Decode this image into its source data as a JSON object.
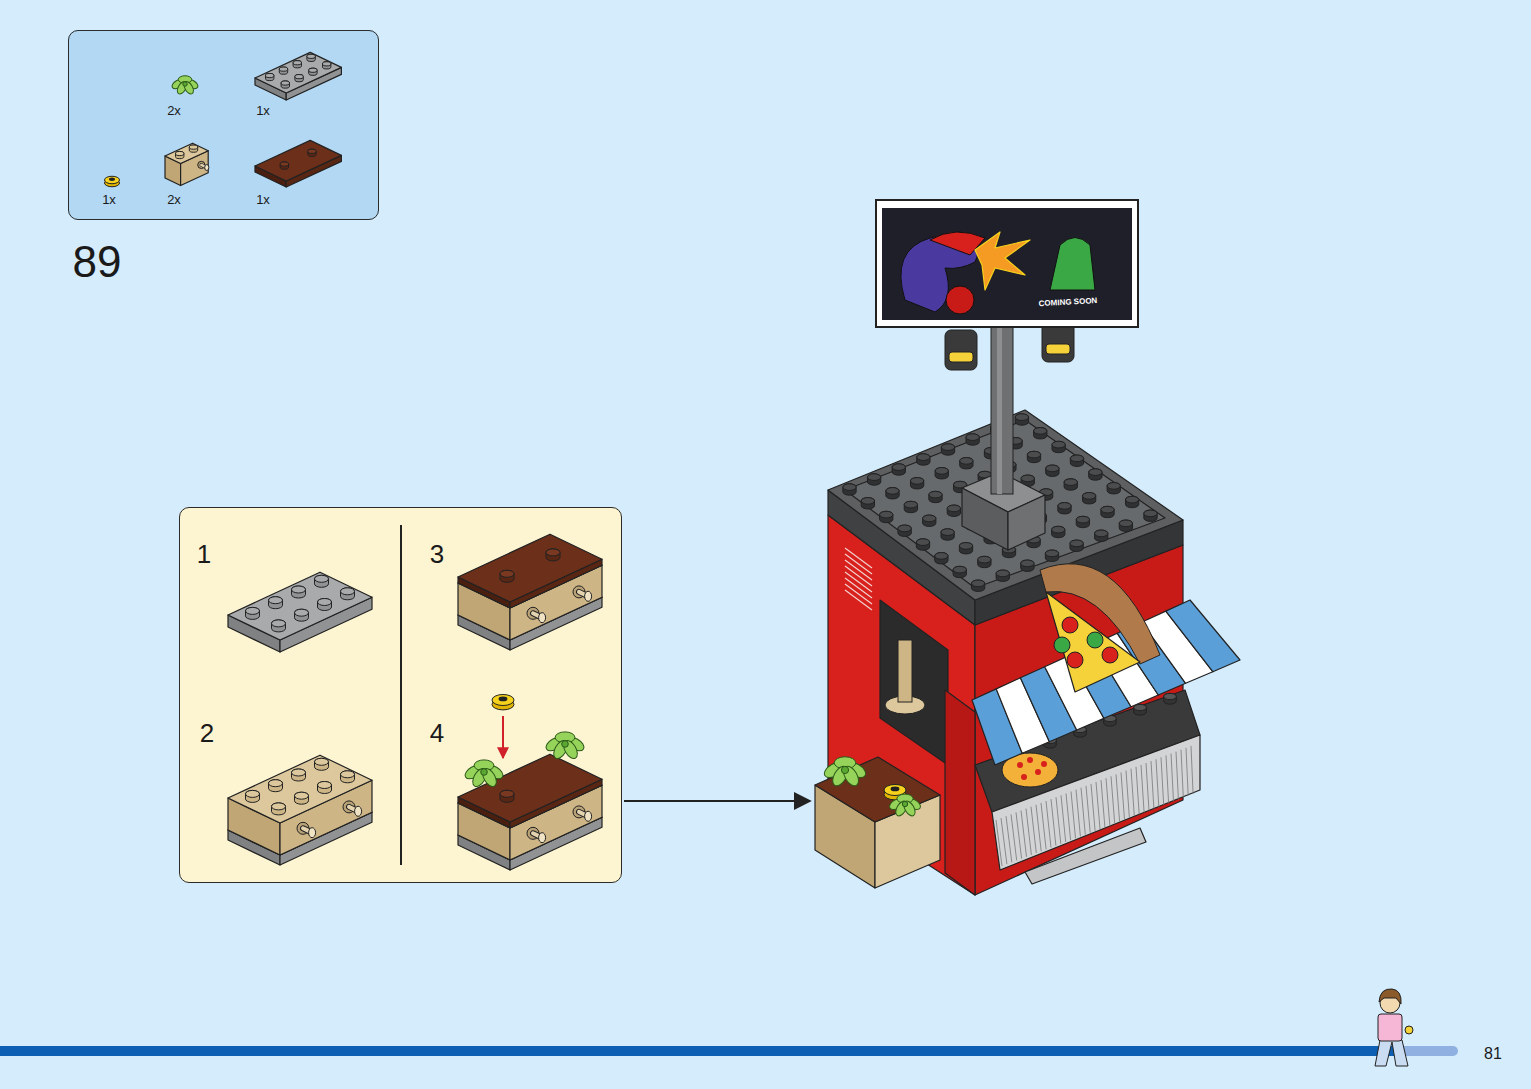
{
  "diagram": {
    "nodes": [
      {
        "text": [
          "2x",
          "1x",
          "1x",
          "2x",
          "1x"
        ]
      },
      {
        "text": [
          "1",
          "2",
          "3",
          "4"
        ]
      }
    ],
    "labels": [
      "89",
      "COMING SOON",
      "81"
    ]
  }
}
